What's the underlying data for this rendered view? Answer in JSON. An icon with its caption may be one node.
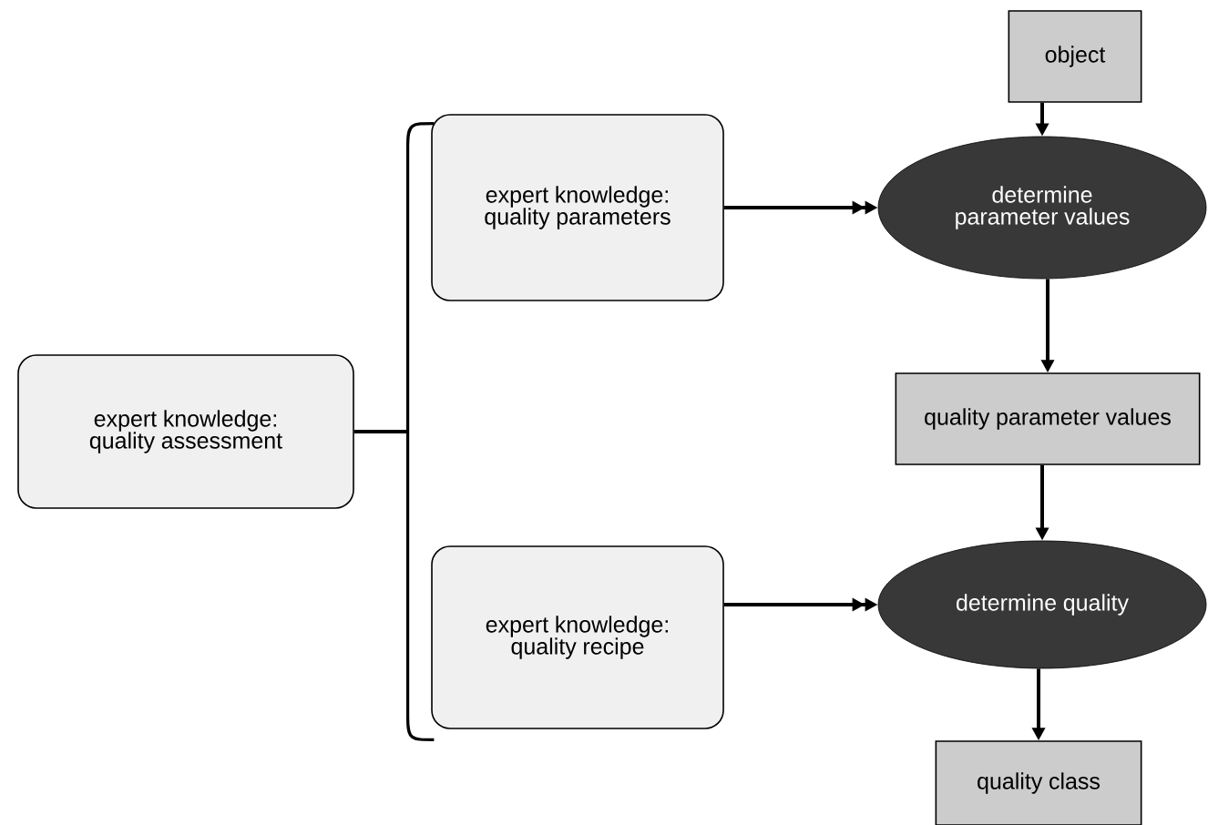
{
  "diagram": {
    "nodes": [
      {
        "text": [
          "expert knowledge: quality assessment"
        ]
      },
      {
        "text": [
          "expert knowledge: quality parameters"
        ]
      },
      {
        "text": [
          "expert knowledge: quality recipe"
        ]
      },
      {
        "text": [
          "object"
        ]
      },
      {
        "text": [
          "determine parameter values"
        ]
      },
      {
        "text": [
          "quality parameter values"
        ]
      },
      {
        "text": [
          "determine quality"
        ]
      },
      {
        "text": [
          "quality class"
        ]
      },
      {
        "text": [],
        "shape": "bracket"
      }
    ],
    "edges": [
      {
        "from": 3,
        "to": 4,
        "arrow": "to"
      },
      {
        "from": 1,
        "to": 4,
        "arrow": "to"
      },
      {
        "from": 4,
        "to": 5,
        "arrow": "to"
      },
      {
        "from": 5,
        "to": 6,
        "arrow": "to"
      },
      {
        "from": 2,
        "to": 6,
        "arrow": "to"
      },
      {
        "from": 6,
        "to": 7,
        "arrow": "to"
      },
      {
        "from": 0,
        "to": 8,
        "arrow": "none"
      }
    ]
  }
}
